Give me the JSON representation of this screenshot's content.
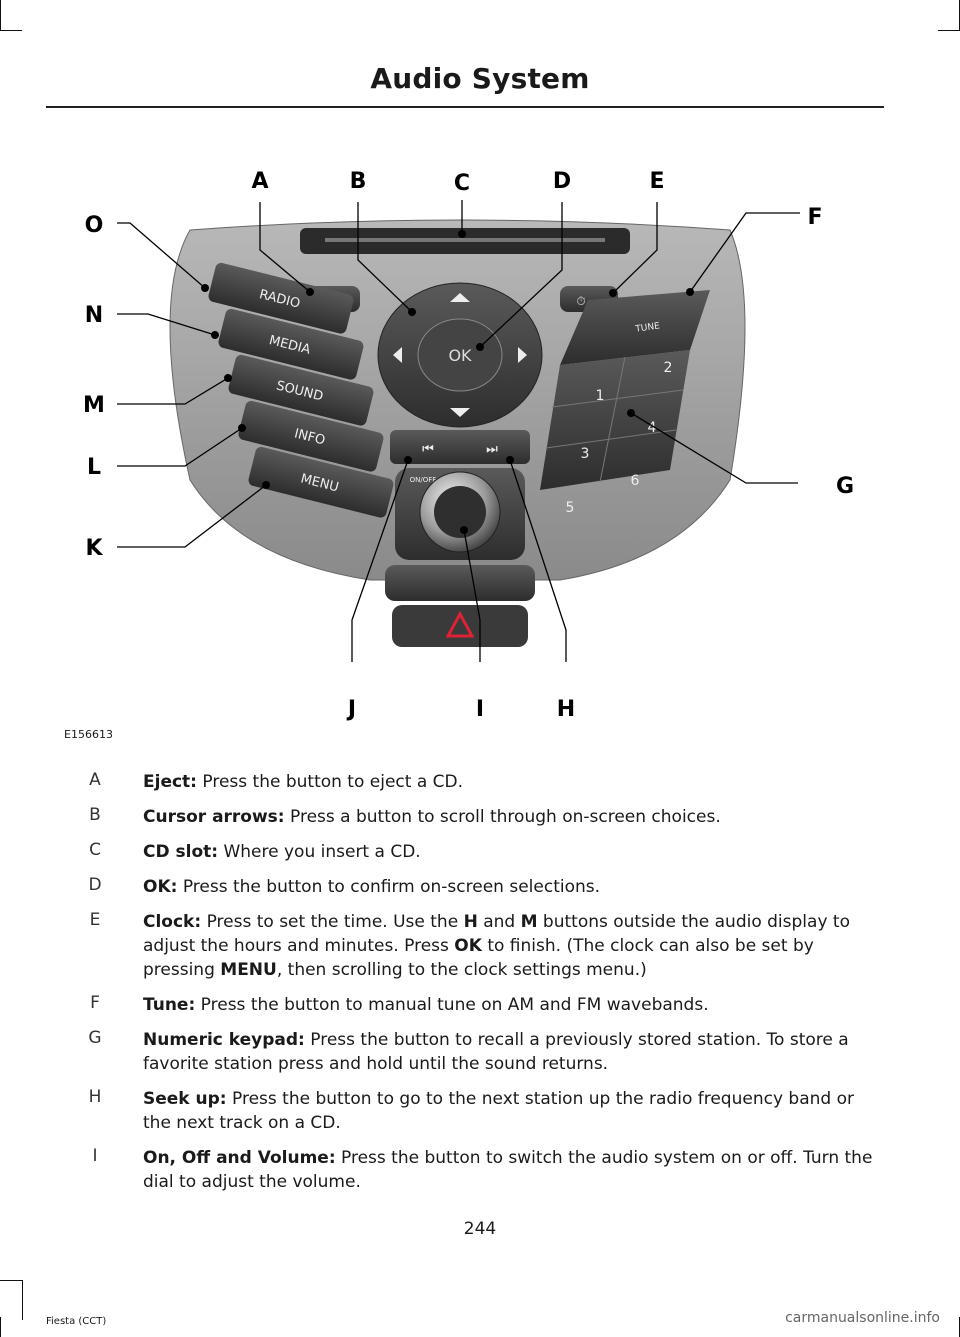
{
  "header": {
    "title": "Audio System"
  },
  "figure": {
    "code": "E156613",
    "callouts": [
      "A",
      "B",
      "C",
      "D",
      "E",
      "F",
      "G",
      "H",
      "I",
      "J",
      "K",
      "L",
      "M",
      "N",
      "O"
    ],
    "left_buttons": [
      "RADIO",
      "MEDIA",
      "SOUND",
      "INFO",
      "MENU"
    ],
    "tune_label": "TUNE",
    "keypad": [
      "1",
      "2",
      "3",
      "4",
      "5",
      "6"
    ],
    "ok_label": "OK",
    "onoff_label": "ON/OFF"
  },
  "items": [
    {
      "letter": "A",
      "segments": [
        {
          "b": true,
          "t": "Eject:"
        },
        {
          "t": " Press the button to eject a CD."
        }
      ]
    },
    {
      "letter": "B",
      "segments": [
        {
          "b": true,
          "t": "Cursor arrows:"
        },
        {
          "t": " Press a button to scroll through on-screen choices."
        }
      ]
    },
    {
      "letter": "C",
      "segments": [
        {
          "b": true,
          "t": "CD slot:"
        },
        {
          "t": " Where you insert a CD."
        }
      ]
    },
    {
      "letter": "D",
      "segments": [
        {
          "b": true,
          "t": "OK:"
        },
        {
          "t": " Press the button to confirm on-screen selections."
        }
      ]
    },
    {
      "letter": "E",
      "segments": [
        {
          "b": true,
          "t": "Clock:"
        },
        {
          "t": " Press to set the time. Use the "
        },
        {
          "b": true,
          "t": "H"
        },
        {
          "t": " and "
        },
        {
          "b": true,
          "t": "M"
        },
        {
          "t": " buttons outside the audio display to adjust the hours and minutes. Press "
        },
        {
          "b": true,
          "t": "OK"
        },
        {
          "t": " to finish. (The clock can also be set by pressing "
        },
        {
          "b": true,
          "t": "MENU"
        },
        {
          "t": ", then scrolling to the clock settings menu.)"
        }
      ]
    },
    {
      "letter": "F",
      "segments": [
        {
          "b": true,
          "t": "Tune:"
        },
        {
          "t": " Press the button to manual tune on AM and FM wavebands."
        }
      ]
    },
    {
      "letter": "G",
      "segments": [
        {
          "b": true,
          "t": "Numeric keypad:"
        },
        {
          "t": " Press the button to recall a previously stored station. To store a favorite station press and hold until the sound returns."
        }
      ]
    },
    {
      "letter": "H",
      "segments": [
        {
          "b": true,
          "t": "Seek up:"
        },
        {
          "t": " Press the button to go to the next station up the radio frequency band or the next track on a CD."
        }
      ]
    },
    {
      "letter": "I",
      "segments": [
        {
          "b": true,
          "t": "On, Off and Volume:"
        },
        {
          "t": " Press the button to switch the audio system on or off. Turn the dial to adjust the volume."
        }
      ]
    }
  ],
  "footer": {
    "page": "244",
    "model": "Fiesta (CCT)",
    "watermark": "carmanualsonline.info"
  }
}
